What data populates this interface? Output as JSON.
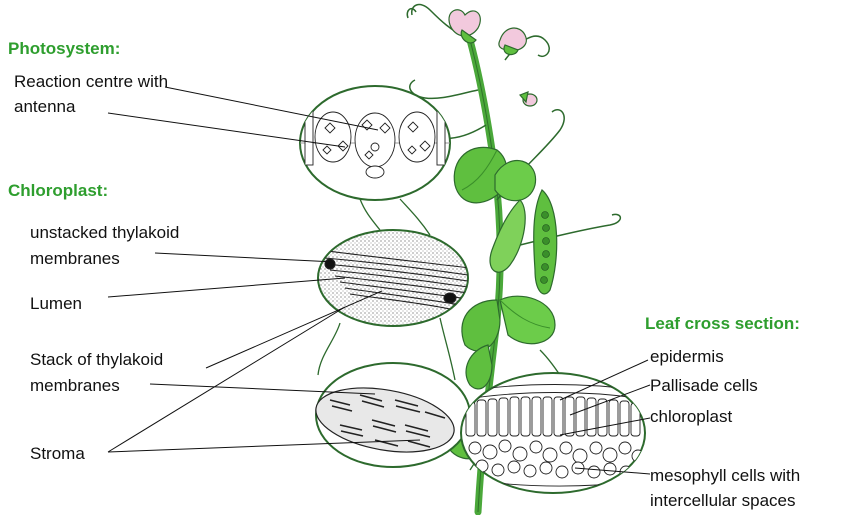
{
  "colors": {
    "heading": "#2e9e2e",
    "leaf": "#5fbf3f",
    "leaf_dark": "#3a8f2a",
    "stem": "#4aa83a",
    "petal": "#f2c9dd",
    "outline": "#1e4e1e",
    "line": "#111111"
  },
  "photosystem": {
    "heading": "Photosystem:",
    "label_line1": "Reaction centre with",
    "label_line2": "antenna"
  },
  "chloroplast": {
    "heading": "Chloroplast:",
    "unstacked_line1": "unstacked thylakoid",
    "unstacked_line2": "membranes",
    "lumen": "Lumen",
    "stack_line1": "Stack of thylakoid",
    "stack_line2": "membranes",
    "stroma": "Stroma"
  },
  "leaf_section": {
    "heading": "Leaf cross section:",
    "epidermis": "epidermis",
    "pallisade": "Pallisade cells",
    "chloroplast": "chloroplast",
    "mesophyll_line1": "mesophyll cells with",
    "mesophyll_line2": "intercellular spaces"
  }
}
